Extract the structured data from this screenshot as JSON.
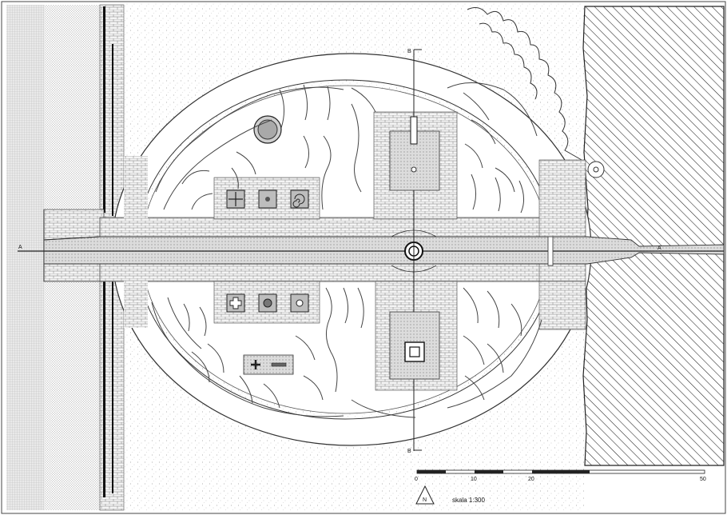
{
  "section_labels": {
    "a_left": "A",
    "a_right": "A",
    "b_top": "B",
    "b_bottom": "B"
  },
  "scale_bar": {
    "ticks": [
      "0",
      "10",
      "20",
      "50"
    ],
    "scale_text": "skala 1:300"
  },
  "north_arrow": {
    "label": "N"
  }
}
